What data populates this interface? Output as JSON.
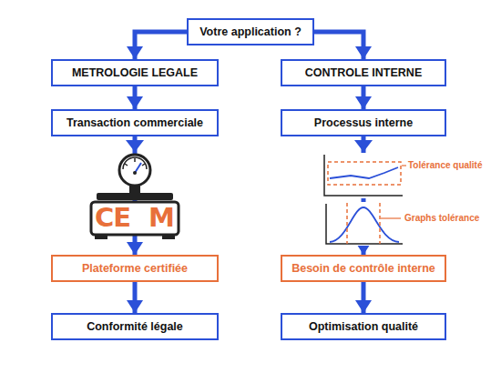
{
  "diagram": {
    "nodes": [
      {
        "text": [
          "Votre application ?"
        ]
      },
      {
        "text": [
          "METROLOGIE LEGALE"
        ]
      },
      {
        "text": [
          "CONTROLE INTERNE"
        ]
      },
      {
        "text": [
          "Transaction commerciale"
        ]
      },
      {
        "text": [
          "Processus interne"
        ]
      },
      {
        "text": [
          "Plateforme certifiée"
        ]
      },
      {
        "text": [
          "Besoin de contrôle interne"
        ]
      },
      {
        "text": [
          "Conformité légale"
        ]
      },
      {
        "text": [
          "Optimisation qualité"
        ]
      }
    ],
    "edges": [
      {
        "from": 0,
        "to": 1,
        "arrow": "to"
      },
      {
        "from": 0,
        "to": 2,
        "arrow": "to"
      },
      {
        "from": 1,
        "to": 3,
        "arrow": "to"
      },
      {
        "from": 2,
        "to": 4,
        "arrow": "to"
      },
      {
        "from": 3,
        "to": 5,
        "arrow": "to"
      },
      {
        "from": 4,
        "to": 6,
        "arrow": "to"
      },
      {
        "from": 5,
        "to": 7,
        "arrow": "to"
      },
      {
        "from": 6,
        "to": 8,
        "arrow": "to"
      }
    ],
    "labels": [
      "CE",
      "M",
      "Tolérance qualité",
      "Graphs tolérance"
    ]
  }
}
